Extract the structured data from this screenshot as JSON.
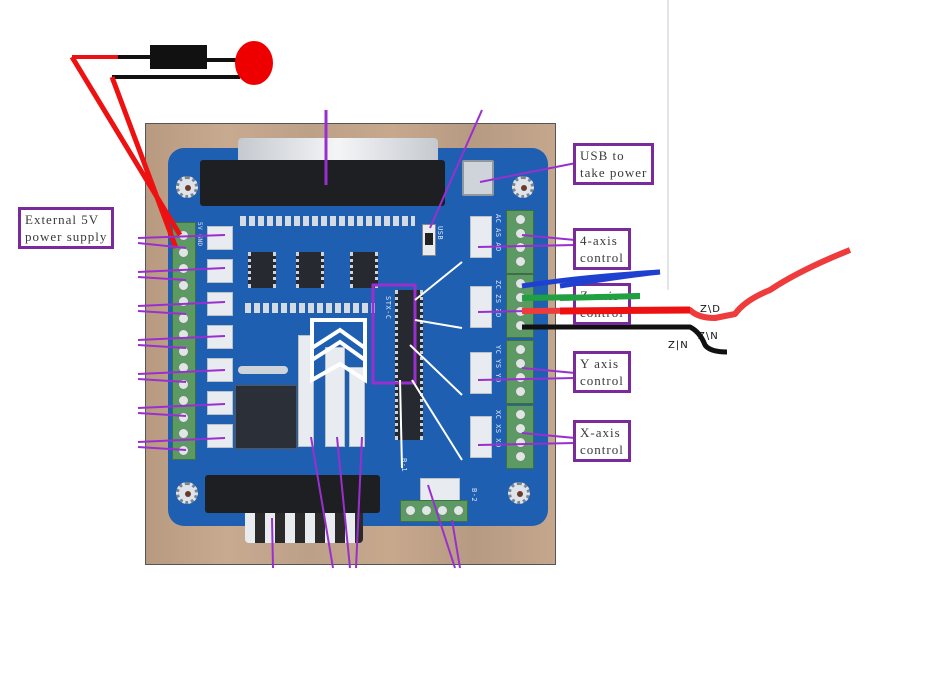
{
  "callouts": {
    "external_power": [
      "External 5V",
      "power supply"
    ],
    "usb_power": [
      "USB to",
      "take power"
    ],
    "axis_4": [
      "4-axis",
      "control"
    ],
    "axis_z": [
      "Z-axis",
      "control"
    ],
    "axis_y": [
      "Y axis",
      "control"
    ],
    "axis_x": [
      "X-axis",
      "control"
    ]
  },
  "wire_labels": {
    "red_wire": "Z\\D",
    "black_wire_upper": "Z\\N",
    "black_wire_lower": "Z|N"
  },
  "board_silkscreen": {
    "b1": "B-1",
    "b2": "B-2",
    "usb": "USB",
    "a_terms": "AC AS AD",
    "z_terms": "ZC ZS ZD",
    "y_terms": "YC YS YD",
    "x_terms": "XC XS XD",
    "power_terms": "5V GND",
    "chip": "STX-C"
  },
  "colors": {
    "callout_border": "#7a2a9a",
    "arrow": "#9a2fd0",
    "wire_red": "#ee1111",
    "wire_blue": "#2040d0",
    "wire_green": "#20a040",
    "wire_black": "#111111",
    "led_red": "#ee0000",
    "pcb_blue": "#1f5fb2"
  }
}
